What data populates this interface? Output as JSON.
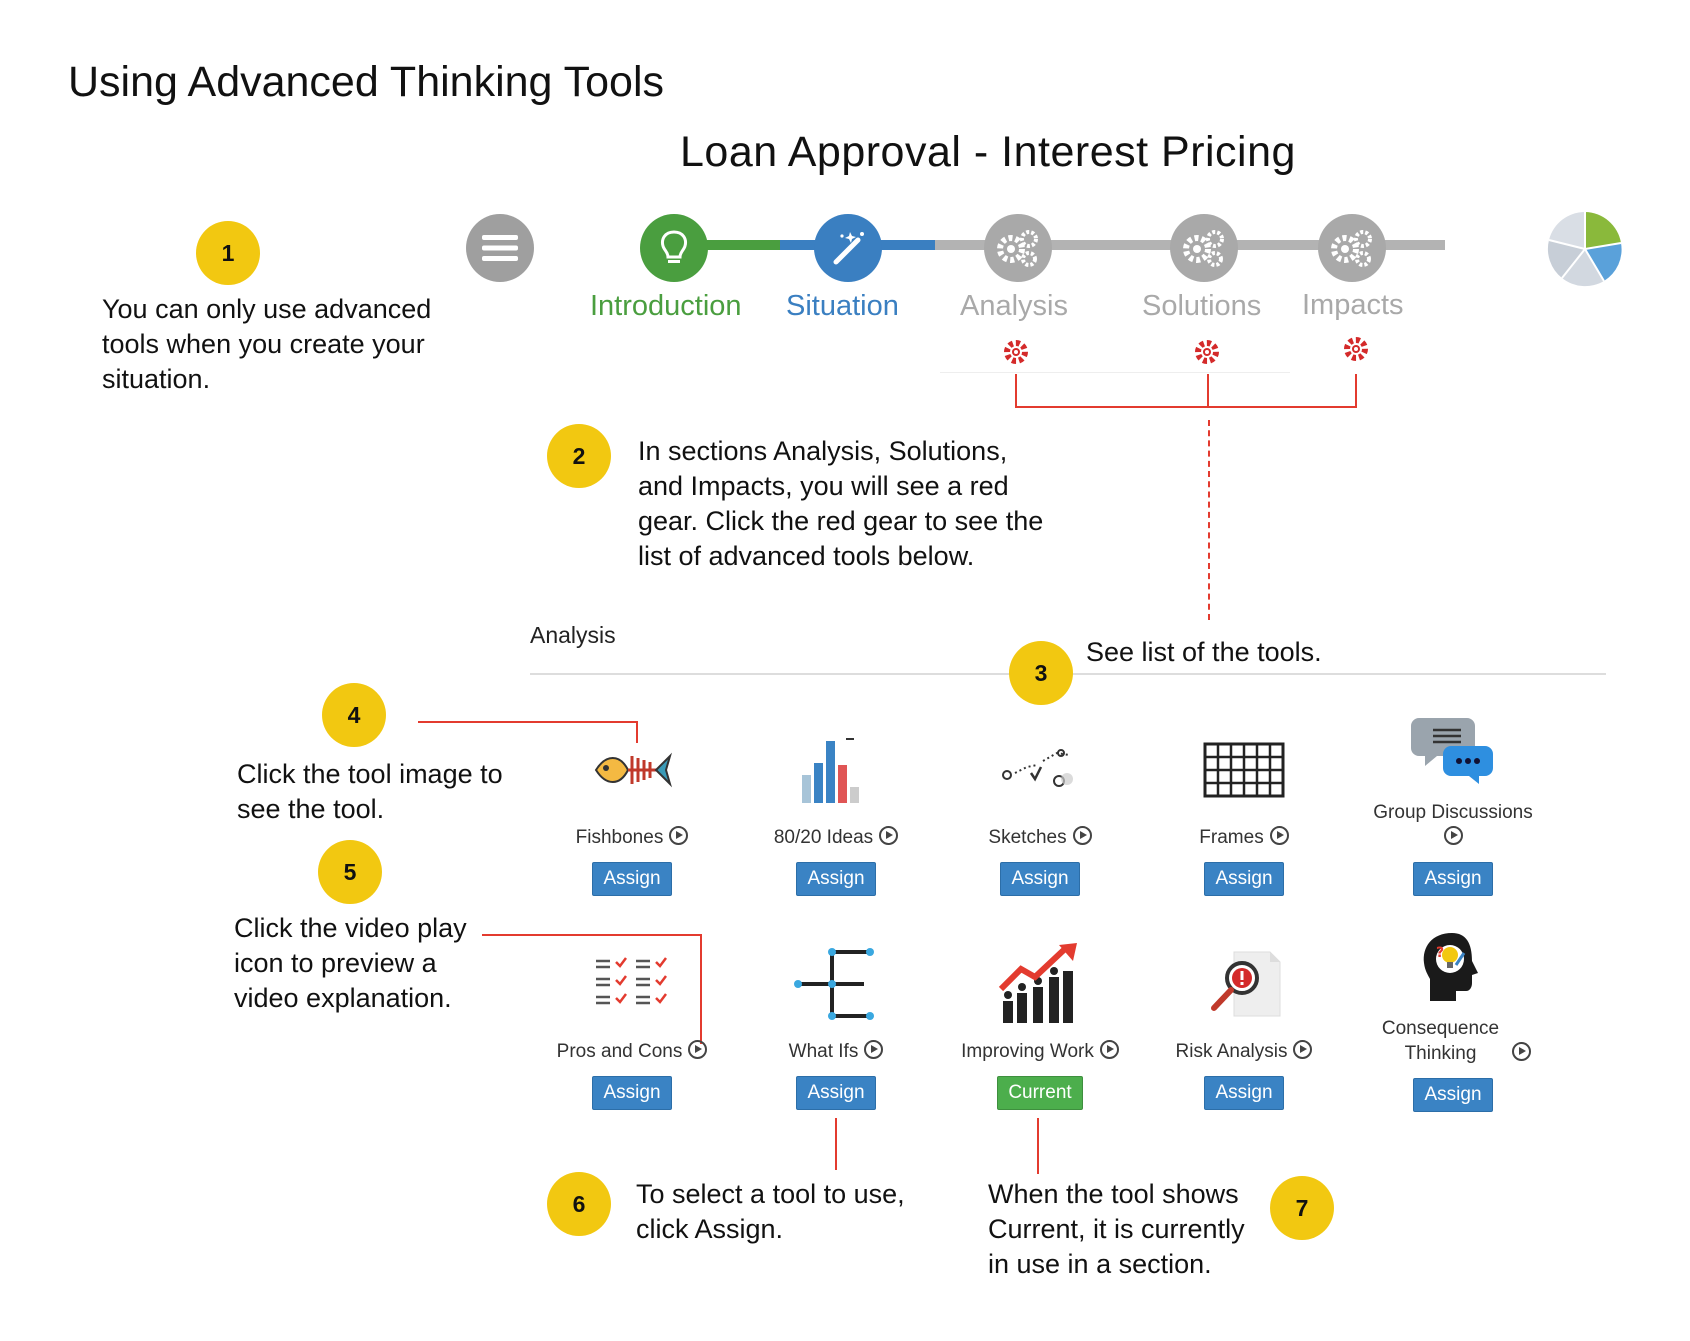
{
  "page_title": "Using Advanced Thinking Tools",
  "scenario_title": "Loan Approval - Interest Pricing",
  "progress": {
    "steps": [
      {
        "label": "Introduction",
        "color": "#4a9e3f",
        "icon": "lightbulb-icon"
      },
      {
        "label": "Situation",
        "color": "#3a7fc1",
        "icon": "magic-wand-icon"
      },
      {
        "label": "Analysis",
        "color": "#a9a9a9",
        "icon": "gears-icon"
      },
      {
        "label": "Solutions",
        "color": "#a9a9a9",
        "icon": "gears-icon"
      },
      {
        "label": "Impacts",
        "color": "#a9a9a9",
        "icon": "gears-icon"
      }
    ]
  },
  "callouts": {
    "c1": {
      "number": "1",
      "text": "You can only use advanced tools when you create your situation."
    },
    "c2": {
      "number": "2",
      "text": "In sections Analysis, Solutions, and Impacts, you will see a red gear. Click the red gear to see the list of advanced tools below."
    },
    "c3": {
      "number": "3",
      "text": "See list of the tools."
    },
    "c4": {
      "number": "4",
      "text": "Click the tool image to see the tool."
    },
    "c5": {
      "number": "5",
      "text": "Click the video play icon to preview a video explanation."
    },
    "c6": {
      "number": "6",
      "text": "To select a tool to use, click Assign."
    },
    "c7": {
      "number": "7",
      "text": "When the tool shows Current, it is currently in use in a section."
    }
  },
  "section": {
    "title": "Analysis"
  },
  "tools": [
    {
      "label": "Fishbones",
      "button": "Assign",
      "icon": "fishbone-icon"
    },
    {
      "label": "80/20 Ideas",
      "button": "Assign",
      "icon": "bar-chart-icon"
    },
    {
      "label": "Sketches",
      "button": "Assign",
      "icon": "sketch-icon"
    },
    {
      "label": "Frames",
      "button": "Assign",
      "icon": "grid-icon"
    },
    {
      "label": "Group Discussions",
      "button": "Assign",
      "icon": "chat-bubbles-icon"
    },
    {
      "label": "Pros and Cons",
      "button": "Assign",
      "icon": "checklist-icon"
    },
    {
      "label": "What Ifs",
      "button": "Assign",
      "icon": "branch-icon"
    },
    {
      "label": "Improving Work",
      "button": "Current",
      "icon": "growth-chart-icon"
    },
    {
      "label": "Risk Analysis",
      "button": "Assign",
      "icon": "risk-magnifier-icon"
    },
    {
      "label": "Consequence Thinking",
      "button": "Assign",
      "icon": "head-idea-icon"
    }
  ],
  "colors": {
    "badge": "#f2c811",
    "assign": "#3a83c4",
    "current": "#4cae4c",
    "annotation_line": "#e33b2f",
    "red_gear": "#d42a2a"
  }
}
